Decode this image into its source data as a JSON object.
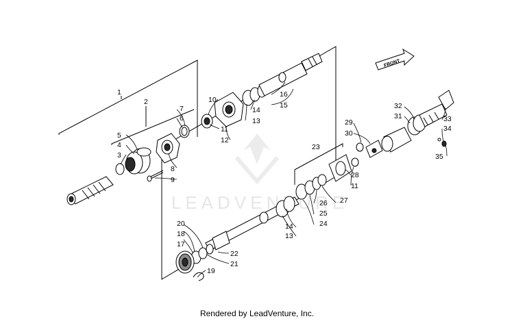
{
  "watermark": {
    "text": "LEADVENTURE"
  },
  "front_label": "FRONT",
  "footer": "Rendered by LeadVenture, Inc.",
  "callouts": [
    {
      "id": "c1",
      "text": "1"
    },
    {
      "id": "c2",
      "text": "2"
    },
    {
      "id": "c3",
      "text": "3"
    },
    {
      "id": "c4",
      "text": "4"
    },
    {
      "id": "c5",
      "text": "5"
    },
    {
      "id": "c6",
      "text": "6"
    },
    {
      "id": "c7",
      "text": "7"
    },
    {
      "id": "c8",
      "text": "8"
    },
    {
      "id": "c9",
      "text": "9"
    },
    {
      "id": "c10",
      "text": "10"
    },
    {
      "id": "c11a",
      "text": "11"
    },
    {
      "id": "c12",
      "text": "12"
    },
    {
      "id": "c13a",
      "text": "13"
    },
    {
      "id": "c14a",
      "text": "14"
    },
    {
      "id": "c15",
      "text": "15"
    },
    {
      "id": "c16",
      "text": "16"
    },
    {
      "id": "c17",
      "text": "17"
    },
    {
      "id": "c18",
      "text": "18"
    },
    {
      "id": "c19",
      "text": "19"
    },
    {
      "id": "c20",
      "text": "20"
    },
    {
      "id": "c21",
      "text": "21"
    },
    {
      "id": "c22",
      "text": "22"
    },
    {
      "id": "c23",
      "text": "23"
    },
    {
      "id": "c24",
      "text": "24"
    },
    {
      "id": "c25",
      "text": "25"
    },
    {
      "id": "c26",
      "text": "26"
    },
    {
      "id": "c27",
      "text": "27"
    },
    {
      "id": "c28",
      "text": "28"
    },
    {
      "id": "c11b",
      "text": "11"
    },
    {
      "id": "c29",
      "text": "29"
    },
    {
      "id": "c30",
      "text": "30"
    },
    {
      "id": "c31",
      "text": "31"
    },
    {
      "id": "c32",
      "text": "32"
    },
    {
      "id": "c33",
      "text": "33"
    },
    {
      "id": "c34",
      "text": "34"
    },
    {
      "id": "c35",
      "text": "35"
    },
    {
      "id": "c13b",
      "text": "13"
    },
    {
      "id": "c14b",
      "text": "14"
    }
  ]
}
